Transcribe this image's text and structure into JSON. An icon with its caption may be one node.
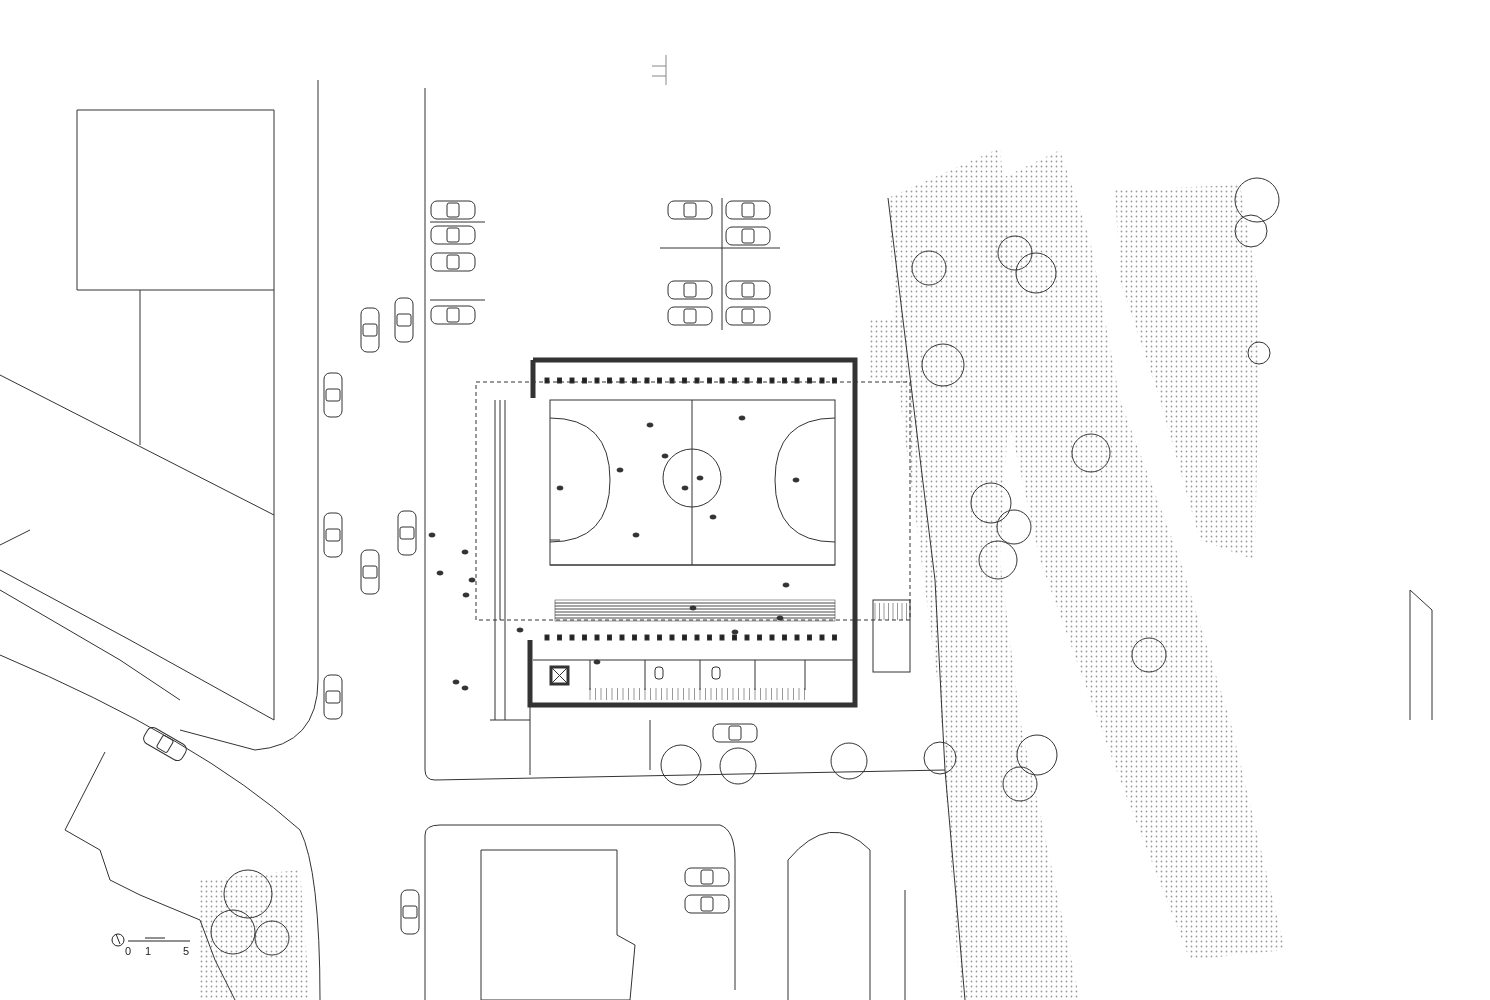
{
  "diagram": {
    "labels": [
      "0",
      "1",
      "5"
    ]
  }
}
